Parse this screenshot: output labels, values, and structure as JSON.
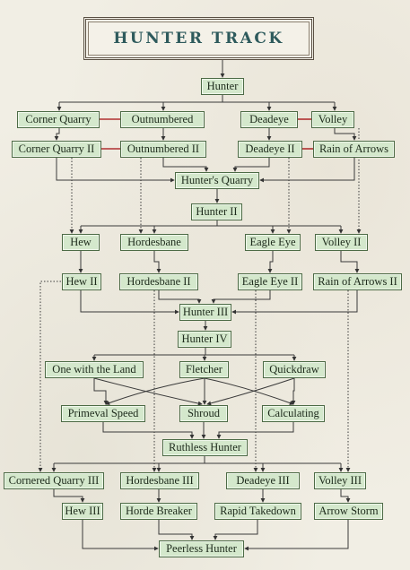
{
  "title": "HUNTER TRACK",
  "nodes": {
    "hunter": "Hunter",
    "corner_quarry": "Corner Quarry",
    "outnumbered": "Outnumbered",
    "deadeye": "Deadeye",
    "volley": "Volley",
    "corner_quarry_2": "Corner Quarry II",
    "outnumbered_2": "Outnumbered II",
    "deadeye_2": "Deadeye II",
    "rain_of_arrows": "Rain of Arrows",
    "hunters_quarry": "Hunter's Quarry",
    "hunter_2": "Hunter II",
    "hew": "Hew",
    "hordesbane": "Hordesbane",
    "eagle_eye": "Eagle Eye",
    "volley_2": "Volley II",
    "hew_2": "Hew II",
    "hordesbane_2": "Hordesbane II",
    "eagle_eye_2": "Eagle Eye II",
    "rain_of_arrows_2": "Rain of Arrows II",
    "hunter_3": "Hunter III",
    "hunter_4": "Hunter IV",
    "one_with_the_land": "One with the Land",
    "fletcher": "Fletcher",
    "quickdraw": "Quickdraw",
    "primeval_speed": "Primeval Speed",
    "shroud": "Shroud",
    "calculating": "Calculating",
    "ruthless_hunter": "Ruthless Hunter",
    "cornered_quarry_3": "Cornered Quarry III",
    "hordesbane_3": "Hordesbane III",
    "deadeye_3": "Deadeye III",
    "volley_3": "Volley III",
    "hew_3": "Hew III",
    "horde_breaker": "Horde Breaker",
    "rapid_takedown": "Rapid Takedown",
    "arrow_storm": "Arrow Storm",
    "peerless_hunter": "Peerless Hunter"
  },
  "colors": {
    "node_fill": "#d4e8cc",
    "node_border": "#4d6b46",
    "line": "#3a3a3a",
    "exclusive_link": "#b03030",
    "title_text": "#2e5a5c"
  }
}
